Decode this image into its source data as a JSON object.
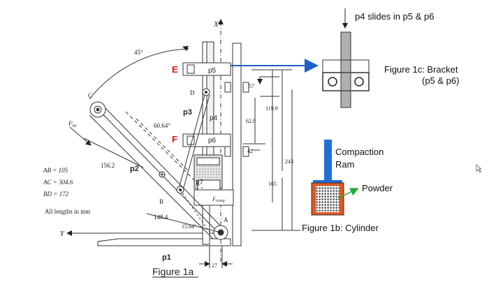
{
  "figure_1a": {
    "caption": "Figure 1a",
    "axis_x": "X",
    "axis_y": "Y",
    "angle_45": "45°",
    "angle_6064": "60.64°",
    "angle_1564": "15.64°",
    "force_in": "F",
    "force_in_sub": "in",
    "force_comp": "F",
    "force_comp_sub": "comp",
    "given_ab": "AB = 105",
    "given_ac": "AC = 304.6",
    "given_bd": "BD = 172",
    "units_note": "All lengths in mm",
    "point_a": "A",
    "point_b": "B",
    "point_c": "C",
    "point_d": "D",
    "point_e": "E",
    "point_f": "F",
    "part_p1": "p1",
    "part_p2": "p2",
    "part_p3": "p3",
    "part_p4": "p4",
    "part_p5": "p5",
    "part_p6": "p6",
    "part_p7": "p7",
    "dim_1562": "156.2",
    "dim_1484": "148.4",
    "dim_57": "57",
    "dim_629": "62.9",
    "dim_1199": "119.9",
    "dim_42": "42",
    "dim_165": "165",
    "dim_243": "243",
    "dim_27": "27"
  },
  "figure_1b": {
    "caption": "Figure 1b: Cylinder",
    "label_ram": "Compaction",
    "label_ram2": "Ram",
    "label_powder": "Powder"
  },
  "figure_1c": {
    "caption": "Figure 1c: Bracket",
    "caption2": "(p5 & p6)",
    "note": "p4 slides in p5 & p6"
  },
  "colors": {
    "blue_arrow": "#1f5fc8",
    "ram_blue": "#1f6fd6",
    "cylinder_orange": "#e0571f",
    "powder_green": "#22a83a",
    "rod_fill": "#b0b0b0"
  }
}
